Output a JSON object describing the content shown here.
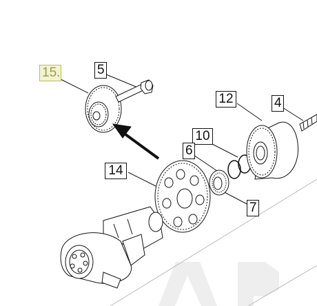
{
  "diagram": {
    "callouts": {
      "c15": "15.",
      "c5": "5",
      "c12": "12",
      "c4": "4",
      "c10": "10",
      "c6": "6",
      "c14": "14",
      "c7": "7"
    },
    "colors": {
      "line": "#111111",
      "highlight_bg": "#f3f3d0",
      "highlight_text": "#9a9a55",
      "watermark": "#ededed"
    }
  }
}
